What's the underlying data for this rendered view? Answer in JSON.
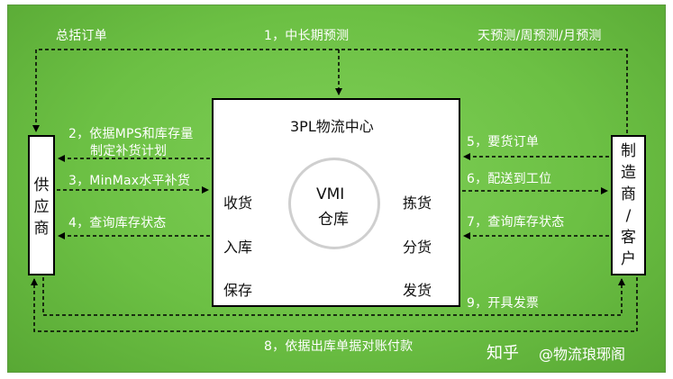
{
  "edge_labels": {
    "summary_order": "总括订单",
    "mid_long_forecast": "1，中长期预测",
    "period_forecast": "天预测/周预测/月预测",
    "replenish_plan_line1": "2，依据MPS和库存量",
    "replenish_plan_line2": "制定补货计划",
    "minmax": "3，MinMax水平补货",
    "query_left": "4，查询库存状态",
    "require_order": "5，要货订单",
    "deliver": "6，配送到工位",
    "query_right": "7，查询库存状态",
    "invoice": "9，开具发票",
    "payment": "8，依据出库单据对账付款"
  },
  "supplier": {
    "chars": [
      "供",
      "应",
      "商"
    ]
  },
  "manufacturer": {
    "chars": [
      "制",
      "造",
      "商",
      "/",
      "客",
      "户"
    ]
  },
  "center": {
    "title": "3PL物流中心",
    "left_ops": [
      "收货",
      "入库",
      "保存"
    ],
    "right_ops": [
      "拣货",
      "分货",
      "发货"
    ],
    "vmi_line1": "VMI",
    "vmi_line2": "仓库"
  },
  "watermark": {
    "brand": "知乎",
    "author": "@物流琅琊阁"
  }
}
